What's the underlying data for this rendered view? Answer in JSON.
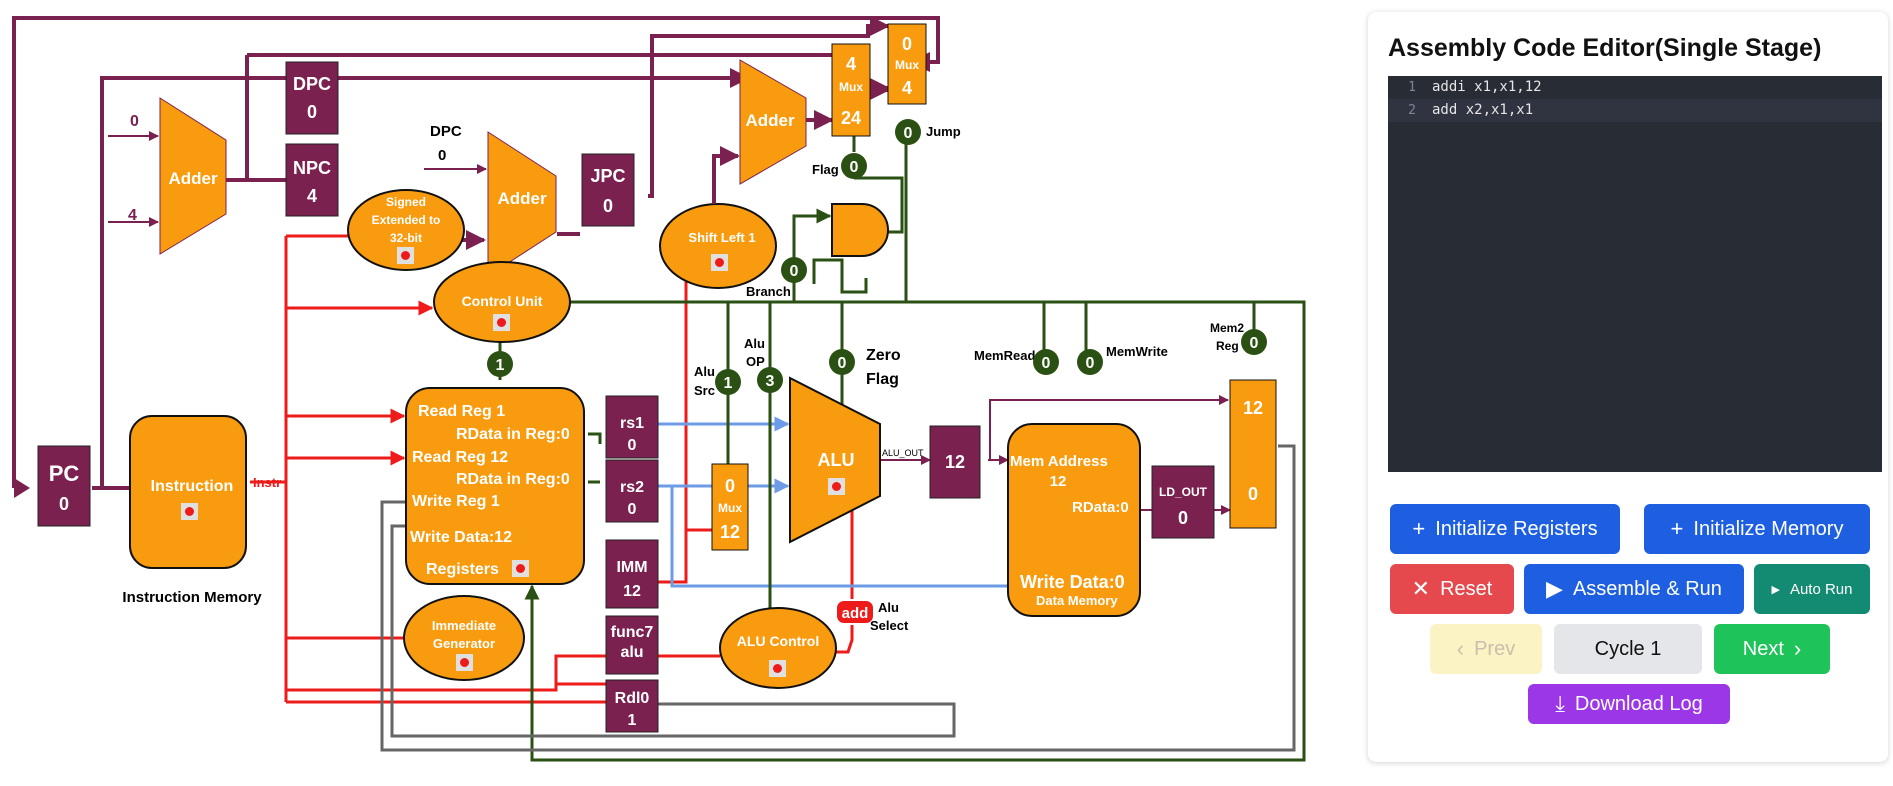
{
  "diagram": {
    "pc": {
      "label": "PC",
      "value": "0"
    },
    "dpc_box": {
      "label": "DPC",
      "value": "0"
    },
    "npc_box": {
      "label": "NPC",
      "value": "4"
    },
    "jpc_box": {
      "label": "JPC",
      "value": "0"
    },
    "dpc_float": {
      "label": "DPC",
      "value": "0"
    },
    "adder_left": {
      "label": "Adder",
      "in_top": "0",
      "in_bottom": "4"
    },
    "adder_mid": {
      "label": "Adder"
    },
    "adder_top": {
      "label": "Adder"
    },
    "sign_ext": {
      "line1": "Signed",
      "line2": "Extended to",
      "line3": "32-bit"
    },
    "shift_left": {
      "label": "Shift Left 1"
    },
    "control_unit": {
      "label": "Control Unit",
      "out": "1"
    },
    "instruction_memory": {
      "box": "Instruction",
      "caption": "Instruction Memory",
      "instr": "Instr"
    },
    "registers": {
      "read_reg1": "Read Reg 1",
      "rdata1": "RData in Reg:0",
      "read_reg2": "Read Reg 12",
      "rdata2": "RData in Reg:0",
      "write_reg": "Write Reg 1",
      "write_data": "Write Data:12",
      "title": "Registers"
    },
    "rs1": {
      "label": "rs1",
      "value": "0"
    },
    "rs2": {
      "label": "rs2",
      "value": "0"
    },
    "imm": {
      "label": "IMM",
      "value": "12"
    },
    "func7": {
      "label": "func7",
      "value": "alu"
    },
    "rd": {
      "label": "Rdl0",
      "value": "1"
    },
    "imm_gen": {
      "line1": "Immediate",
      "line2": "Generator"
    },
    "alu_mux": {
      "top": "0",
      "label": "Mux",
      "bottom": "12"
    },
    "alu": {
      "label": "ALU",
      "out_label": "ALU_OUT"
    },
    "alu_out_box": {
      "value": "12"
    },
    "alu_control": {
      "label": "ALU Control"
    },
    "alu_select": {
      "badge": "add",
      "line1": "Alu",
      "line2": "Select"
    },
    "alu_src": {
      "line1": "Alu",
      "line2": "Src",
      "value": "1"
    },
    "alu_op": {
      "line1": "Alu",
      "line2": "OP",
      "value": "3"
    },
    "zero_flag": {
      "line1": "Zero",
      "line2": "Flag",
      "value": "0"
    },
    "branch": {
      "label": "Branch",
      "value": "0"
    },
    "flag": {
      "label": "Flag",
      "value": "0"
    },
    "jump": {
      "label": "Jump",
      "value": "0"
    },
    "mux_branch": {
      "top": "4",
      "label": "Mux",
      "bottom": "24"
    },
    "mux_jump": {
      "top": "0",
      "label": "Mux",
      "bottom": "4"
    },
    "mem_read": {
      "label": "MemRead",
      "value": "0"
    },
    "mem_write": {
      "label": "MemWrite",
      "value": "0"
    },
    "mem2reg": {
      "line1": "Mem2",
      "line2": "Reg",
      "value": "0"
    },
    "data_memory": {
      "addr_label": "Mem Address",
      "addr": "12",
      "rdata": "RData:0",
      "write_data": "Write Data:0",
      "title": "Data Memory"
    },
    "ld_out": {
      "label": "LD_OUT",
      "value": "0"
    },
    "wb_mux": {
      "top": "12",
      "bottom": "0"
    }
  },
  "editor_panel": {
    "title": "Assembly Code Editor(Single Stage)",
    "lines": [
      {
        "no": "1",
        "text": "addi x1,x1,12"
      },
      {
        "no": "2",
        "text": "add x2,x1,x1"
      }
    ]
  },
  "buttons": {
    "init_registers": "Initialize Registers",
    "init_memory": "Initialize Memory",
    "reset": "Reset",
    "assemble_run": "Assemble & Run",
    "auto_run": "Auto Run",
    "prev": "Prev",
    "cycle": "Cycle 1",
    "next": "Next",
    "download_log": "Download Log"
  },
  "colors": {
    "maroon": "#7b2150",
    "orange": "#f99b0f",
    "dark_green": "#2a5113",
    "red_wire": "#ee1b1b",
    "blue_wire": "#6e9be6",
    "gray_wire": "#666666",
    "blue_button": "#1d5fe0",
    "red_button": "#e5484d",
    "teal_button": "#138a72",
    "green_button": "#1ec45a",
    "purple_button": "#9b37e6",
    "disabled_button": "#fcf3c4",
    "cycle_button": "#e4e6ea",
    "editor_bg": "#282c34"
  }
}
